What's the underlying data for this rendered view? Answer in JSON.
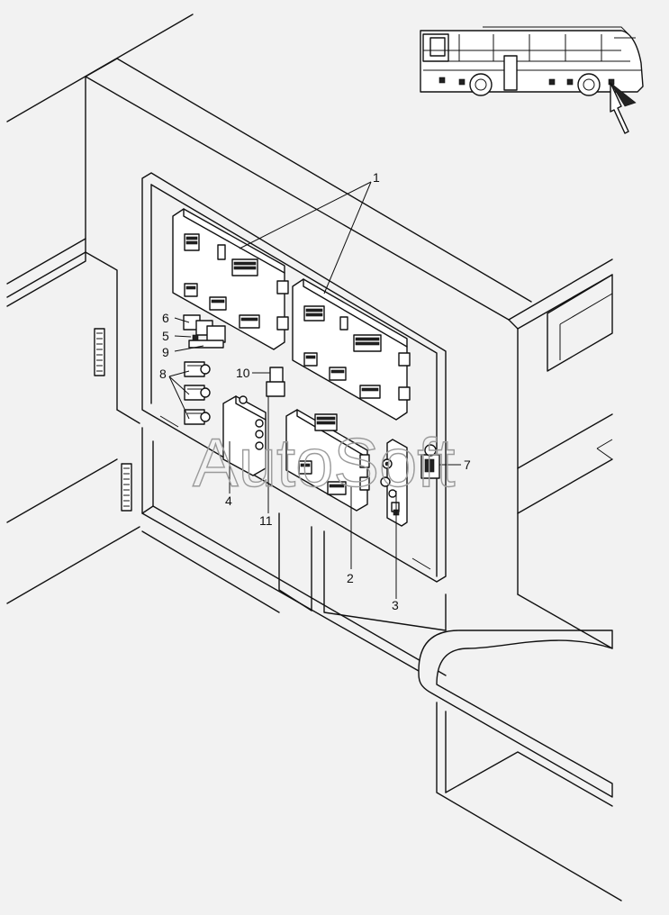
{
  "watermark": "AutoSoft",
  "callouts": [
    {
      "id": "1",
      "label": "1"
    },
    {
      "id": "2",
      "label": "2"
    },
    {
      "id": "3",
      "label": "3"
    },
    {
      "id": "4",
      "label": "4"
    },
    {
      "id": "5",
      "label": "5"
    },
    {
      "id": "6",
      "label": "6"
    },
    {
      "id": "7",
      "label": "7"
    },
    {
      "id": "8",
      "label": "8"
    },
    {
      "id": "9",
      "label": "9"
    },
    {
      "id": "10",
      "label": "10"
    },
    {
      "id": "11",
      "label": "11"
    }
  ],
  "icons": {
    "locator": "bus-side-view-icon",
    "pointer": "arrow-pointer-icon"
  },
  "colors": {
    "line": "#111111",
    "background": "#f2f2f2",
    "watermark": "#9a9a9a"
  }
}
